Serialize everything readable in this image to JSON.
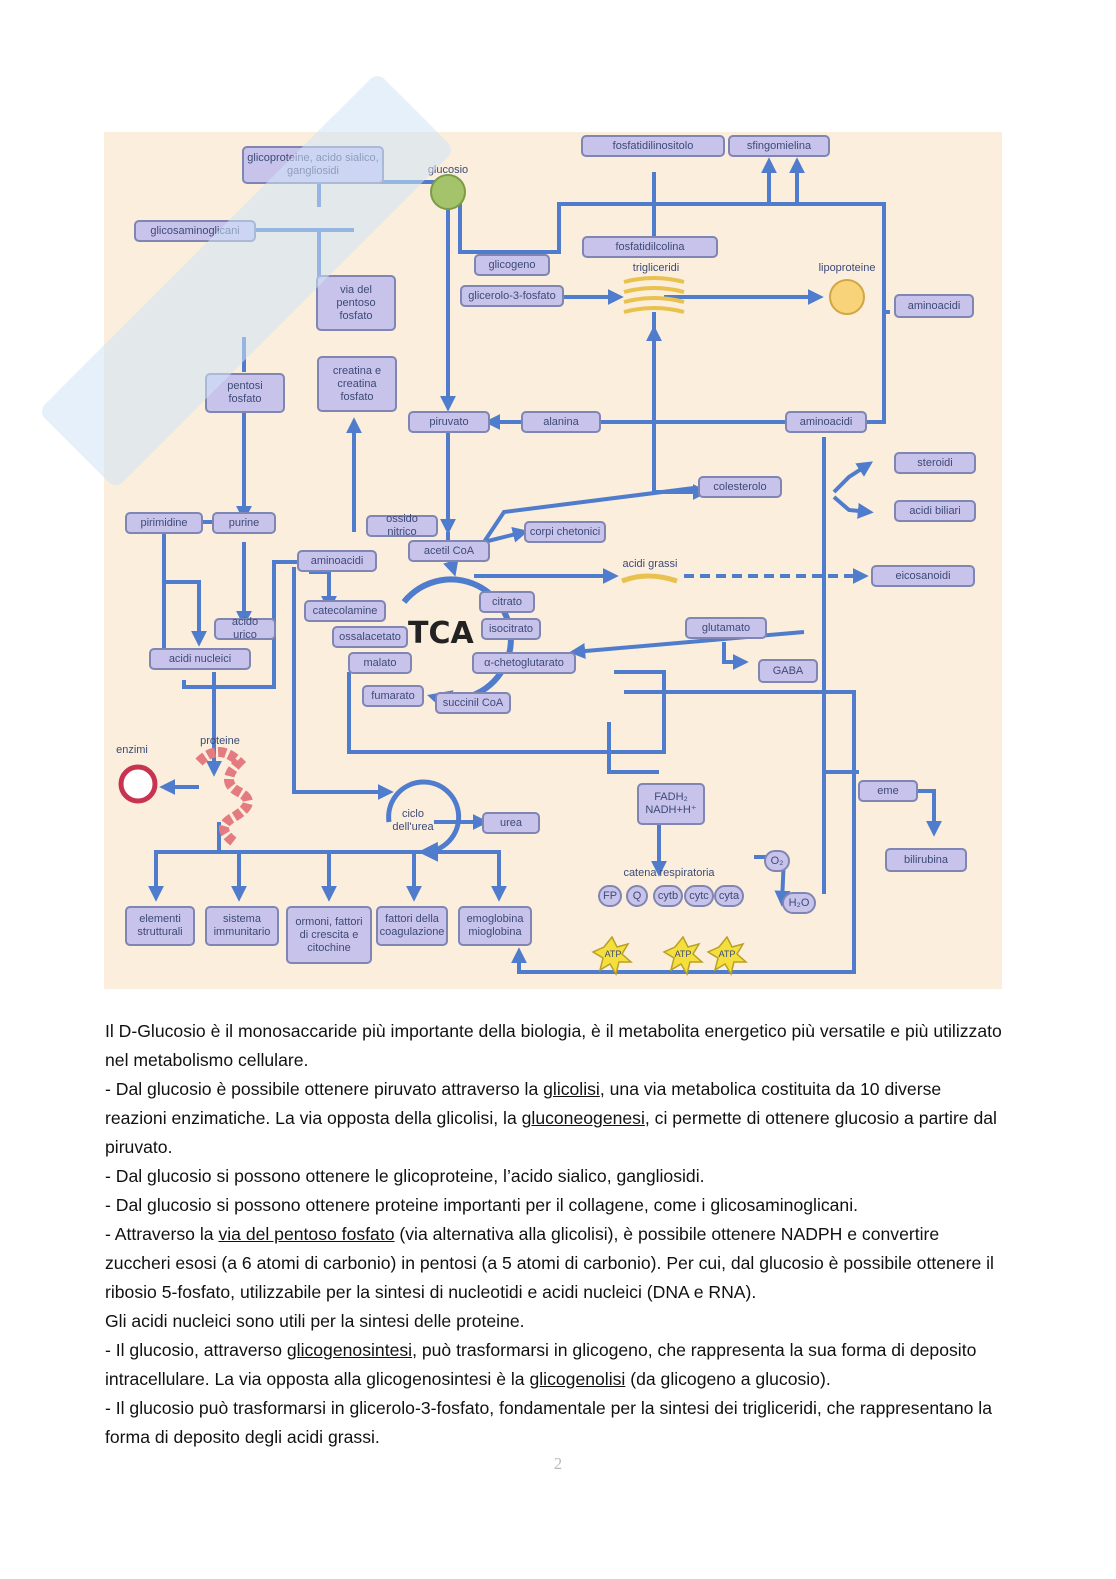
{
  "diagram": {
    "nodes": {
      "glicoproteine": "glicoproteine, acido sialico, gangliosidi",
      "glucosio": "glucosio",
      "glicosaminoglicani": "glicosaminoglicani",
      "fosfatidilinositolo": "fosfatidilinositolo",
      "sfingomielina": "sfingomielina",
      "fosfatidilcolina": "fosfatidilcolina",
      "trigliceridi": "trigliceridi",
      "lipoproteine": "lipoproteine",
      "glicogeno": "glicogeno",
      "glicerolo3fosfato": "glicerolo-3-fosfato",
      "via_pentoso": "via del pentoso fosfato",
      "aminoacidi_right": "aminoacidi",
      "pentosi_fosfato": "pentosi fosfato",
      "creatina": "creatina e creatina fosfato",
      "piruvato": "piruvato",
      "alanina": "alanina",
      "aminoacidi_mid": "aminoacidi",
      "colesterolo": "colesterolo",
      "steroidi": "steroidi",
      "acidi_biliari": "acidi biliari",
      "pirimidine": "pirimidine",
      "purine": "purine",
      "ossido_nitrico": "ossido nitrico",
      "corpi_chetonici": "corpi chetonici",
      "aminoacidi_left": "aminoacidi",
      "acetil_coa": "acetil CoA",
      "acidi_grassi": "acidi grassi",
      "eicosanoidi": "eicosanoidi",
      "catecolamine": "catecolamine",
      "citrato": "citrato",
      "acido_urico": "acido urico",
      "ossalacetato": "ossalacetato",
      "isocitrato": "isocitrato",
      "glutammato": "glutamato",
      "acidi_nucleici": "acidi nucleici",
      "malato": "malato",
      "chetoglutarato": "α-chetoglutarato",
      "gaba": "GABA",
      "fumarato": "fumarato",
      "succinil_coa": "succinil CoA",
      "tca": "TCA",
      "enzimi": "enzimi",
      "proteine": "proteine",
      "fadh": "FADH₂ NADH+H⁺",
      "eme": "eme",
      "ciclo_urea": "ciclo dell'urea",
      "urea": "urea",
      "bilirubina": "bilirubina",
      "catena": "catena respiratoria",
      "o2": "O₂",
      "h2o": "H₂O",
      "fp": "FP",
      "q": "Q",
      "cytb": "cytb",
      "cytc": "cytc",
      "cyta": "cyta",
      "atp": "ATP",
      "elementi_strutturali": "elementi strutturali",
      "sistema_immunitario": "sistema immunitario",
      "ormoni": "ormoni, fattori di crescita e citochine",
      "fattori_coagulazione": "fattori della coagulazione",
      "emoglobina": "emoglobina mioglobina"
    },
    "colors": {
      "arrow": "#4f7ccc",
      "box": "#c8c3ea",
      "background": "#fbeedd"
    }
  },
  "text": {
    "p1": "Il D-Glucosio è il monosaccaride più importante della biologia, è il metabolita energetico più versatile e più utilizzato nel metabolismo cellulare.",
    "p2a": "- Dal glucosio è possibile ottenere piruvato attraverso la ",
    "p2u1": "glicolisi",
    "p2b": ", una via metabolica costituita da 10 diverse reazioni enzimatiche. La via opposta della glicolisi, la ",
    "p2u2": "gluconeogenesi",
    "p2c": ", ci permette di ottenere glucosio a partire dal piruvato.",
    "p3": "- Dal glucosio si possono ottenere le glicoproteine, l’acido sialico, gangliosidi.",
    "p4": "- Dal glucosio si possono ottenere proteine importanti per il collagene, come i glicosaminoglicani.",
    "p5a": "- Attraverso la ",
    "p5u": "via del pentoso fosfato",
    "p5b": " (via alternativa alla glicolisi), è possibile ottenere NADPH e convertire zuccheri esosi (a 6 atomi di carbonio) in pentosi (a 5 atomi di carbonio). Per cui, dal glucosio è possibile ottenere il ribosio 5-fosfato, utilizzabile per la sintesi di nucleotidi e acidi nucleici (DNA e RNA).",
    "p6": "Gli acidi nucleici sono utili per la sintesi delle proteine.",
    "p7a": "- Il glucosio, attraverso ",
    "p7u1": "glicogenosintesi",
    "p7b": ", può trasformarsi in glicogeno, che rappresenta la sua forma di deposito intracellulare. La via opposta alla glicogenosintesi è la ",
    "p7u2": "glicogenolisi",
    "p7c": " (da glicogeno a glucosio).",
    "p8": "- Il glucosio può trasformarsi in glicerolo-3-fosfato, fondamentale per la sintesi dei trigliceridi, che rappresentano la forma di deposito degli acidi grassi."
  },
  "page_number": "2"
}
